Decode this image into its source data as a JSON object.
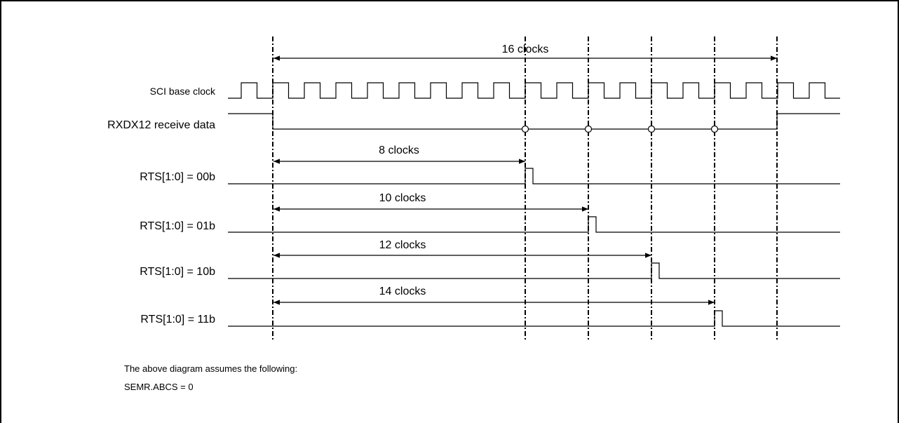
{
  "diagram": {
    "top_span_label": "16 clocks",
    "sci_base_clock_label": "SCI base clock",
    "rxd_label": "RXDX12 receive data",
    "rows": [
      {
        "label": "RTS[1:0] = 00b",
        "span_label": "8 clocks",
        "clocks": 8
      },
      {
        "label": "RTS[1:0] = 01b",
        "span_label": "10 clocks",
        "clocks": 10
      },
      {
        "label": "RTS[1:0] = 10b",
        "span_label": "12 clocks",
        "clocks": 12
      },
      {
        "label": "RTS[1:0] = 11b",
        "span_label": "14 clocks",
        "clocks": 14
      }
    ],
    "total_clocks": 16
  },
  "notes": {
    "line1": "The above diagram assumes the following:",
    "line2": "SEMR.ABCS = 0"
  }
}
